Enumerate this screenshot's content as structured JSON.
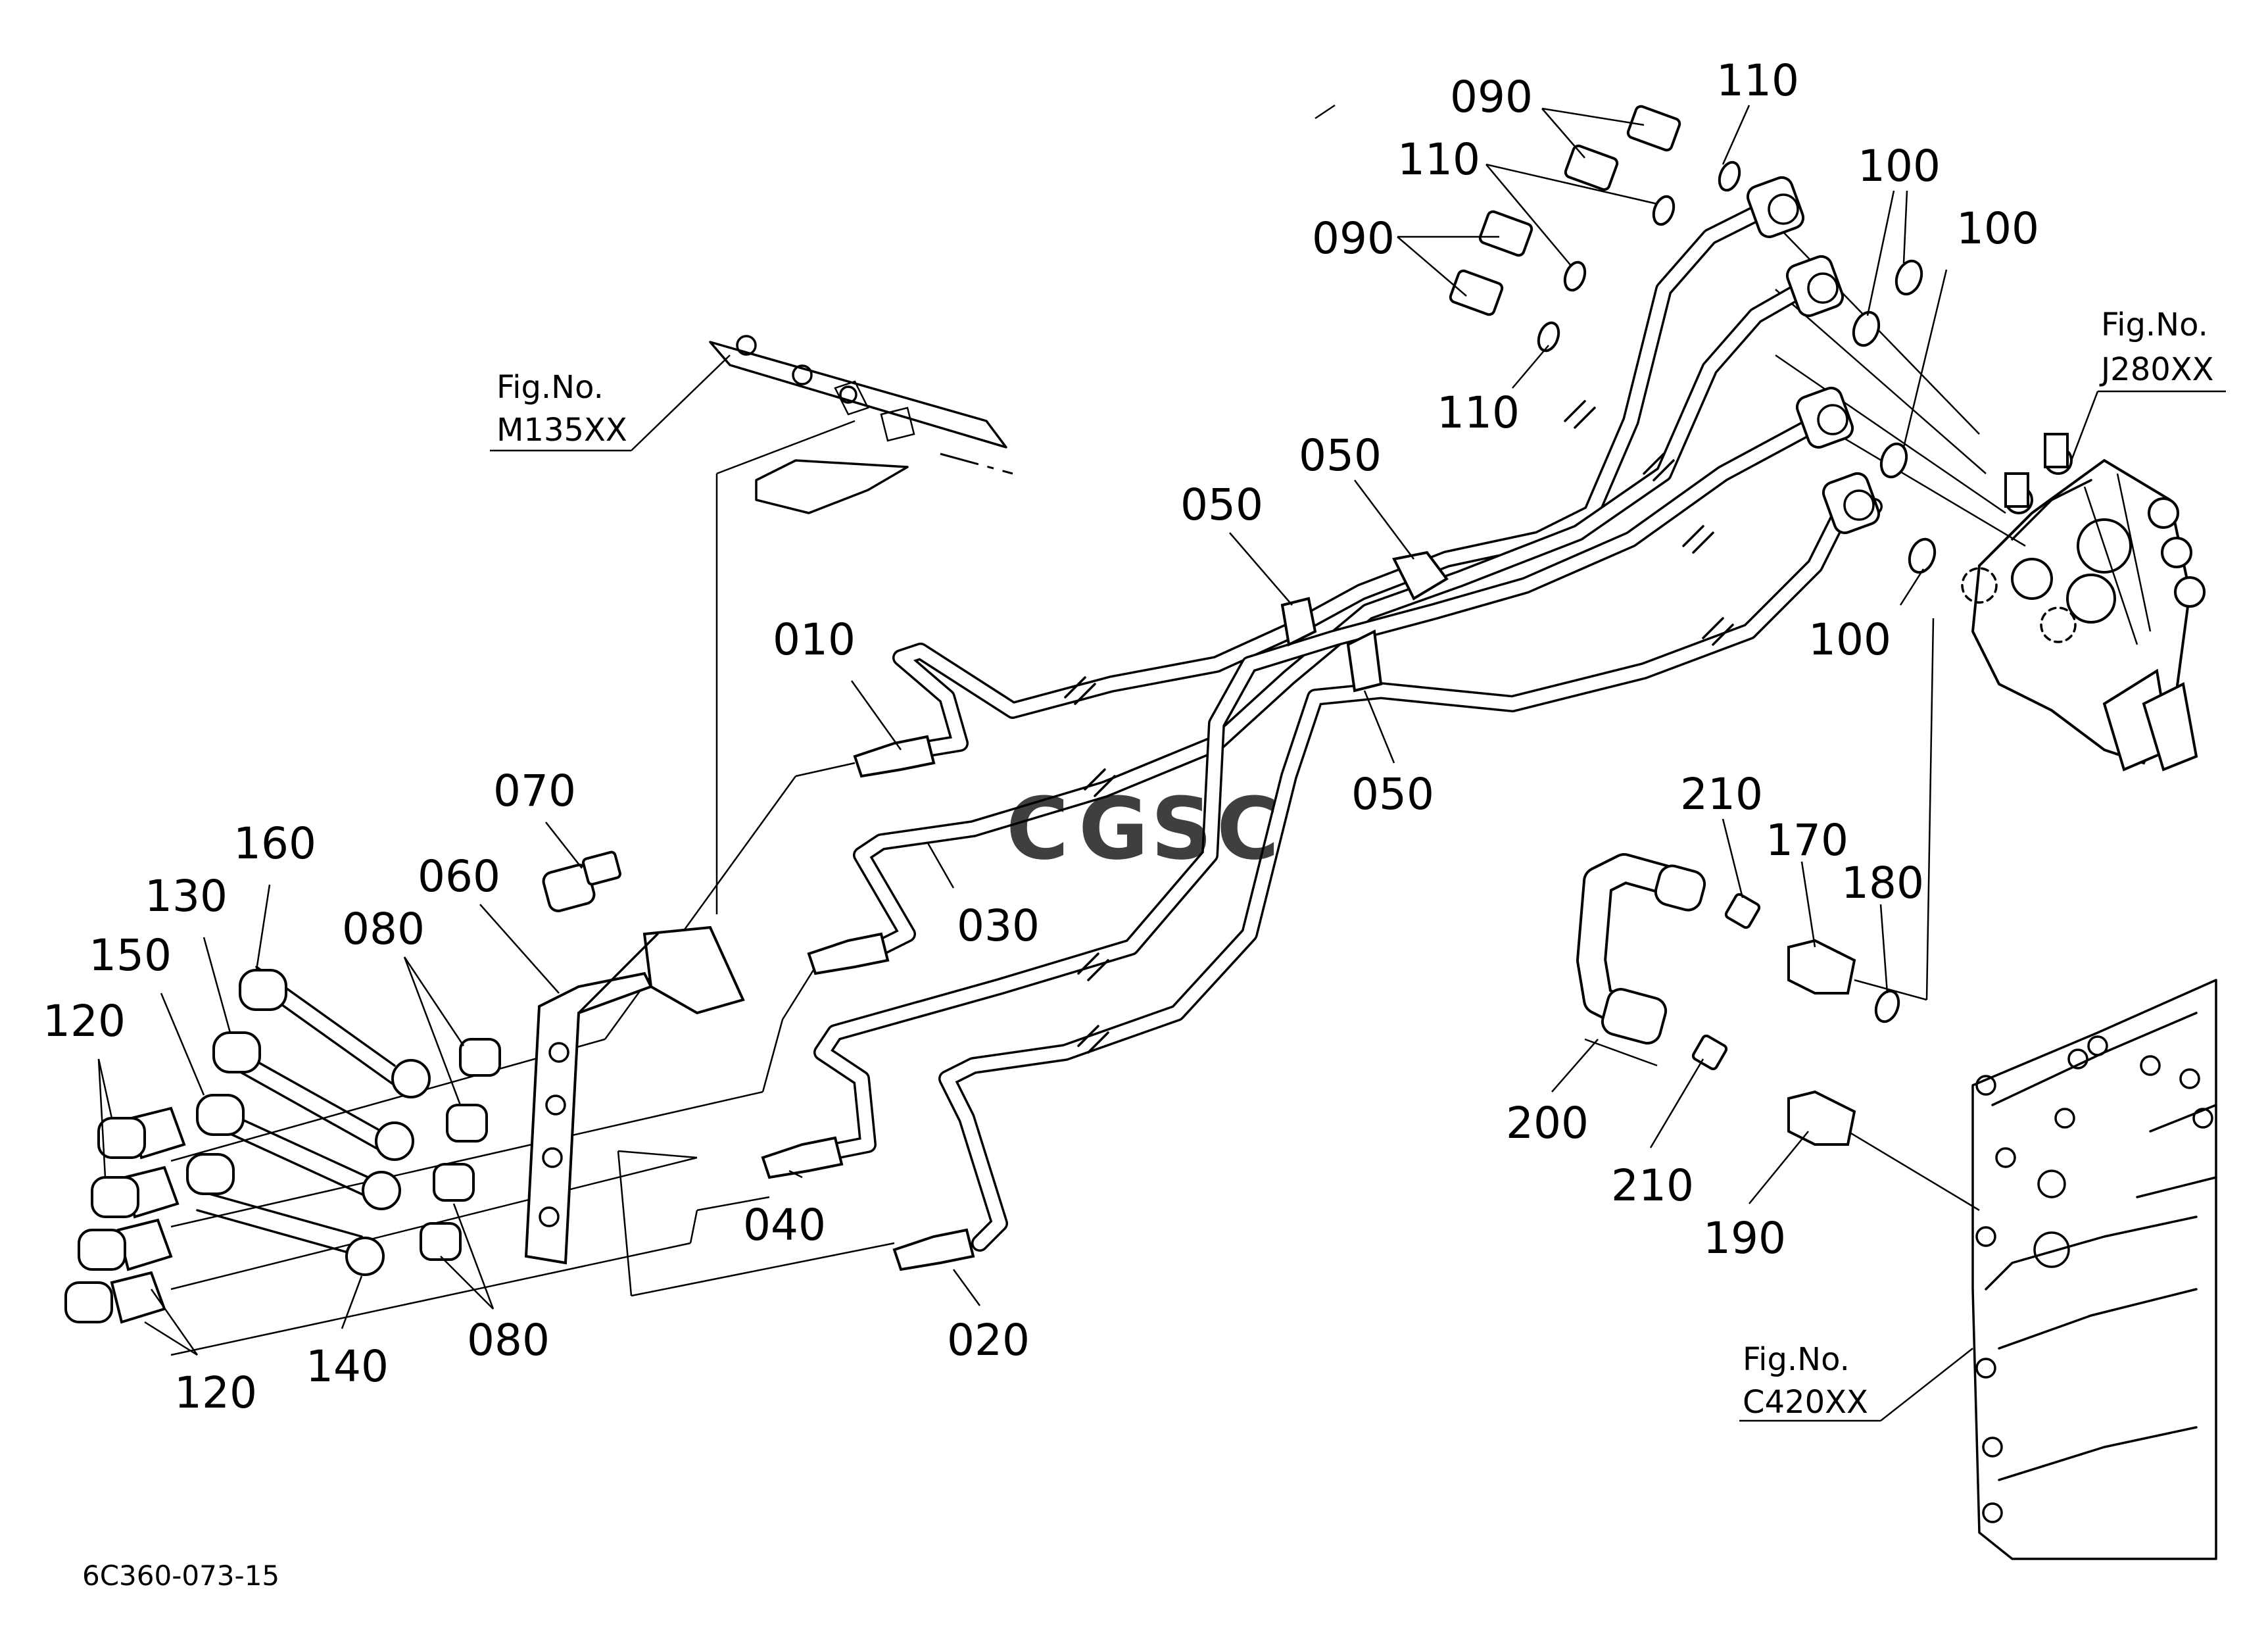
{
  "diagram_code": "6C360-073-15",
  "watermark": {
    "letters": [
      "C",
      "G",
      "S",
      "C"
    ],
    "colors": [
      "#4285F4",
      "#EA4335",
      "#FBBC05",
      "#34A853"
    ]
  },
  "references": [
    {
      "id": "m135",
      "line1": "Fig.No.",
      "line2": "M135XX"
    },
    {
      "id": "j280",
      "line1": "Fig.No.",
      "line2": "J280XX"
    },
    {
      "id": "c420",
      "line1": "Fig.No.",
      "line2": "C420XX"
    }
  ],
  "callouts": [
    {
      "id": "090-a",
      "text": "090"
    },
    {
      "id": "110-a",
      "text": "110"
    },
    {
      "id": "110-b",
      "text": "110"
    },
    {
      "id": "100-a",
      "text": "100"
    },
    {
      "id": "100-b",
      "text": "100"
    },
    {
      "id": "090-b",
      "text": "090"
    },
    {
      "id": "110-c",
      "text": "110"
    },
    {
      "id": "050-a",
      "text": "050"
    },
    {
      "id": "050-b",
      "text": "050"
    },
    {
      "id": "100-c",
      "text": "100"
    },
    {
      "id": "010",
      "text": "010"
    },
    {
      "id": "050-c",
      "text": "050"
    },
    {
      "id": "070",
      "text": "070"
    },
    {
      "id": "210-a",
      "text": "210"
    },
    {
      "id": "170",
      "text": "170"
    },
    {
      "id": "180",
      "text": "180"
    },
    {
      "id": "160",
      "text": "160"
    },
    {
      "id": "060",
      "text": "060"
    },
    {
      "id": "130",
      "text": "130"
    },
    {
      "id": "030",
      "text": "030"
    },
    {
      "id": "080-a",
      "text": "080"
    },
    {
      "id": "150",
      "text": "150"
    },
    {
      "id": "120-a",
      "text": "120"
    },
    {
      "id": "200",
      "text": "200"
    },
    {
      "id": "210-b",
      "text": "210"
    },
    {
      "id": "040",
      "text": "040"
    },
    {
      "id": "190",
      "text": "190"
    },
    {
      "id": "080-b",
      "text": "080"
    },
    {
      "id": "020",
      "text": "020"
    },
    {
      "id": "140",
      "text": "140"
    },
    {
      "id": "120-b",
      "text": "120"
    }
  ]
}
